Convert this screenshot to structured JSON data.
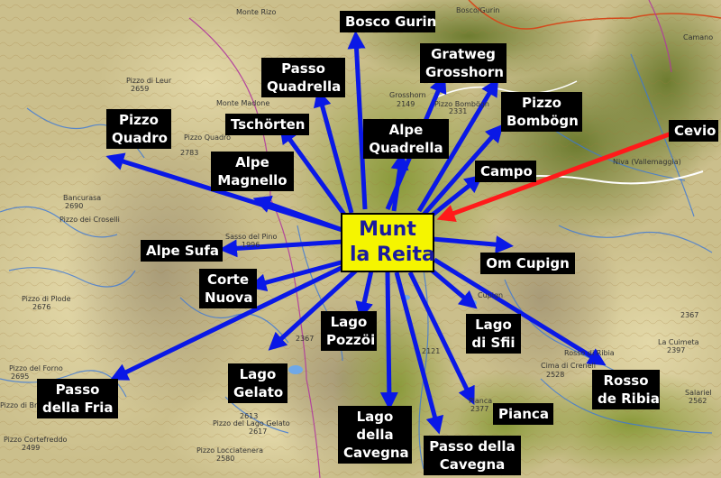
{
  "center": {
    "line1": "Munt",
    "line2": "la Reita"
  },
  "labels": {
    "bosco_gurin": "Bosco Gurin",
    "gratweg_l1": "Gratweg",
    "gratweg_l2": "Grosshorn",
    "passo_quadrella_l1": "Passo",
    "passo_quadrella_l2": "Quadrella",
    "pizzo_bombogn_l1": "Pizzo",
    "pizzo_bombogn_l2": "Bombögn",
    "pizzo_quadro_l1": "Pizzo",
    "pizzo_quadro_l2": "Quadro",
    "tschorten": "Tschörten",
    "alpe_quadrella_l1": "Alpe",
    "alpe_quadrella_l2": "Quadrella",
    "cevio": "Cevio",
    "campo": "Campo",
    "alpe_magnello_l1": "Alpe",
    "alpe_magnello_l2": "Magnello",
    "alpe_sufa": "Alpe Sufa",
    "om_cupign": "Om Cupign",
    "corte_nuova_l1": "Corte",
    "corte_nuova_l2": "Nuova",
    "lago_pozzoi_l1": "Lago",
    "lago_pozzoi_l2": "Pozzöi",
    "lago_sfii_l1": "Lago",
    "lago_sfii_l2": "di Sfii",
    "lago_gelato_l1": "Lago",
    "lago_gelato_l2": "Gelato",
    "rosso_ribia_l1": "Rosso",
    "rosso_ribia_l2": "de Ribia",
    "passo_fria_l1": "Passo",
    "passo_fria_l2": "della Fria",
    "pianca": "Pianca",
    "lago_cavegna_l1": "Lago",
    "lago_cavegna_l2": "della",
    "lago_cavegna_l3": "Cavegna",
    "passo_cavegna_l1": "Passo della",
    "passo_cavegna_l2": "Cavegna"
  },
  "map_text": {
    "monte_rizo": "Monte Rizo",
    "bosco_gurin_small": "Bosco/Gurin",
    "camanoglio": "Camano",
    "pizzo_leur": "Pizzo di Leur",
    "pizzo_leur_h": "2659",
    "monte_madone": "Monte Madone",
    "pizzo_quadro_small": "Pizzo Quadro",
    "pizzo_quadro_h": "2783",
    "grosshorn_small": "Grosshorn",
    "pizzo_bombogn_small": "Pizzo Bombögn",
    "bancurasa": "Bancurasa",
    "bancurasa_h": "2690",
    "pizzo_croselli": "Pizzo dei Croselli",
    "sasso_pino": "Sasso del Pino",
    "sasso_pino_h": "1996",
    "niva": "Niva (Vallemaggia)",
    "pizzo_plode": "Pizzo di Plode",
    "pizzo_plode_h": "2676",
    "pizzo_forno": "Pizzo del Forno",
    "pizzo_forno_h": "2695",
    "pizzo_bronzo": "Pizzo di Bro",
    "pizzo_cortefreddo": "Pizzo Cortefreddo",
    "pizzo_cortefreddo_h": "2499",
    "pizzo_lago_gelato": "Pizzo del Lago Gelato",
    "pizzo_lago_gelato_h1": "2613",
    "pizzo_lago_gelato_h2": "2617",
    "pizzo_lociatenera": "Pizzo Locciatenera",
    "pizzo_lociatenera_h": "2580",
    "h2367": "2367",
    "cupign_small": "Cupign",
    "cima_cregnell": "Cima di Crenell",
    "cima_cregnell_h": "2528",
    "rosso_ribia_small": "Rosso di Ribia",
    "la_cuimeta": "La Cuimeta",
    "la_cuimeta_h": "2397",
    "salariel": "Salariel",
    "salariel_h": "2562",
    "pianca_small": "Pianca",
    "pianca_h": "2377",
    "h2121": "2121",
    "h2149": "2149",
    "h2331": "2331"
  },
  "colors": {
    "arrow": "#0a18e6",
    "cevio_arrow": "#ff1a1a",
    "label_bg": "#000000",
    "center_bg": "#f5f500",
    "center_text": "#1a1aa0"
  }
}
